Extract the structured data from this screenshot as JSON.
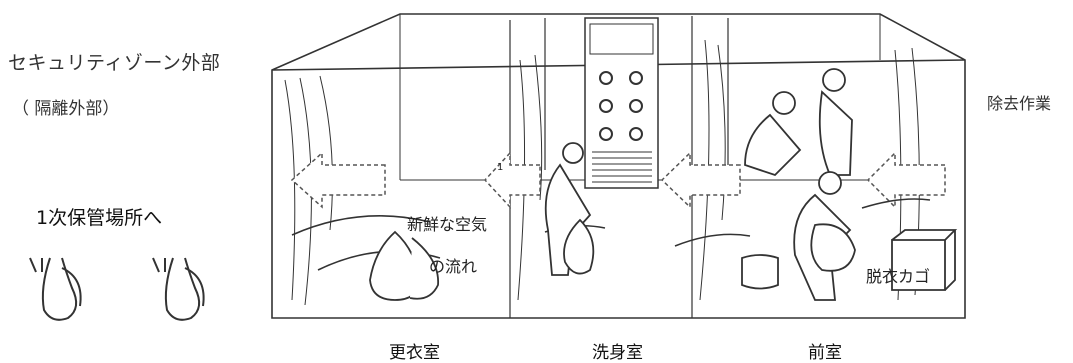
{
  "side_labels": {
    "zone_outside": "セキュリティゾーン外部",
    "isolation_outside": "（ 隔離外部）",
    "to_primary_storage": "1次保管場所へ",
    "removal_work": "除去作業"
  },
  "room_labels": {
    "dressing_room": "更衣室",
    "washing_room": "洗身室",
    "front_room": "前室"
  },
  "annotations": {
    "fresh_air_line1": "新鮮な空気",
    "fresh_air_line2": "の流れ",
    "undress_basket": "脱衣カゴ",
    "small_one": "1"
  },
  "icons": [
    "waste-bag-icon",
    "arrow-left-icon",
    "arrow-right-icon",
    "fan-icon",
    "worker-figure-icon"
  ],
  "colors": {
    "line": "#333333",
    "arrow_fill": "#ffffff",
    "arrow_stroke": "#555555"
  }
}
